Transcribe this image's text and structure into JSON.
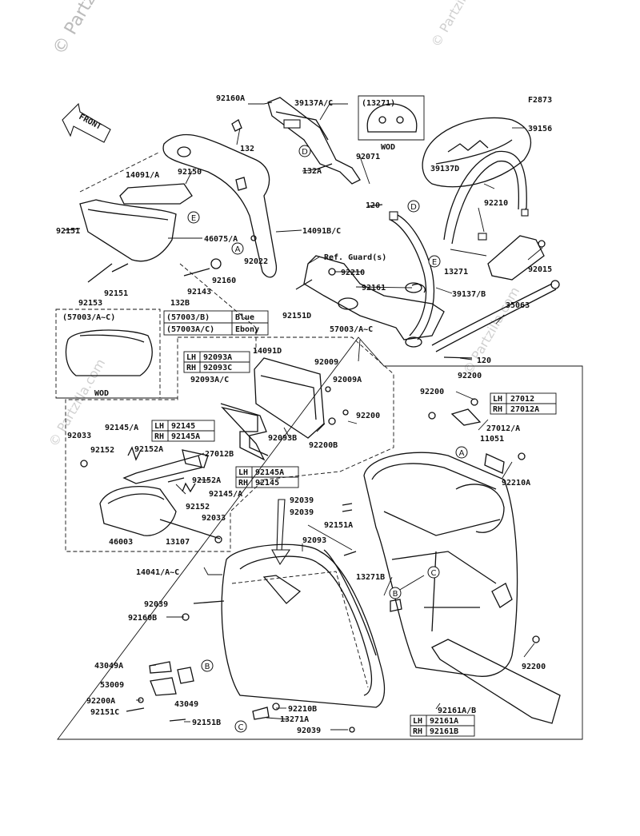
{
  "watermark": "© Partzilla.com",
  "figure_code": "F2873",
  "front_label": "FRONT",
  "wod": "WOD",
  "labels": {
    "l92160A": "92160A",
    "l39137AC": "39137A/C",
    "l13271box": "(13271)",
    "l39156": "39156",
    "l132": "132",
    "l92071": "92071",
    "l132A": "132A",
    "l14091A": "14091/A",
    "l92150": "92150",
    "l120a": "120",
    "l39137D": "39137D",
    "l92210a": "92210",
    "l14091BC": "14091B/C",
    "l46075A": "46075/A",
    "l92151a": "92151",
    "l92022": "92022",
    "l92151b": "92151",
    "l92160": "92160",
    "l92143": "92143",
    "l92153": "92153",
    "l132B": "132B",
    "l13271": "13271",
    "l92015": "92015",
    "lRefGuard": "Ref. Guard(s)",
    "l92210b": "92210",
    "l92161": "92161",
    "l39137B": "39137/B",
    "l35063": "35063",
    "l92151D": "92151D",
    "l57003AC_box": "(57003/A~C)",
    "l57003AC": "57003/A~C",
    "l14091D": "14091D",
    "l92009": "92009",
    "l120b": "120",
    "l92093AC": "92093A/C",
    "l92009A": "92009A",
    "l92200a": "92200",
    "l92200b": "92200",
    "l92200c": "92200",
    "l92093B": "92093B",
    "l92200B": "92200B",
    "l27012A": "27012/A",
    "l11051": "11051",
    "l92145A": "92145/A",
    "l92033a": "92033",
    "l92152a": "92152",
    "l92152A": "92152A",
    "l27012B": "27012B",
    "l92152Ab": "92152A",
    "l92145Ab": "92145/A",
    "l92152b": "92152",
    "l92033b": "92033",
    "l92210A": "92210A",
    "l92039a": "92039",
    "l92039b": "92039",
    "l46003": "46003",
    "l13107": "13107",
    "l92151A": "92151A",
    "l92093": "92093",
    "l14041AC": "14041/A~C",
    "l13271B": "13271B",
    "l92039c": "92039",
    "l92160B": "92160B",
    "l43049A": "43049A",
    "l53009": "53009",
    "l92200A": "92200A",
    "l43049": "43049",
    "l92151C": "92151C",
    "l92151B": "92151B",
    "l92210B": "92210B",
    "l13271A": "13271A",
    "l92039d": "92039",
    "l92200d": "92200",
    "l92161AB": "92161A/B"
  },
  "color_table": [
    {
      "code": "(57003/B)",
      "color": "Blue"
    },
    {
      "code": "(57003A/C)",
      "color": "Ebony"
    }
  ],
  "lr_tables": {
    "t92093": [
      {
        "side": "LH",
        "part": "92093A"
      },
      {
        "side": "RH",
        "part": "92093C"
      }
    ],
    "t27012": [
      {
        "side": "LH",
        "part": "27012"
      },
      {
        "side": "RH",
        "part": "27012A"
      }
    ],
    "t92145a": [
      {
        "side": "LH",
        "part": "92145"
      },
      {
        "side": "RH",
        "part": "92145A"
      }
    ],
    "t92145b": [
      {
        "side": "LH",
        "part": "92145A"
      },
      {
        "side": "RH",
        "part": "92145"
      }
    ],
    "t92161": [
      {
        "side": "LH",
        "part": "92161A"
      },
      {
        "side": "RH",
        "part": "92161B"
      }
    ]
  },
  "callouts": {
    "A": "A",
    "B": "B",
    "C": "C",
    "D": "D",
    "E": "E"
  }
}
